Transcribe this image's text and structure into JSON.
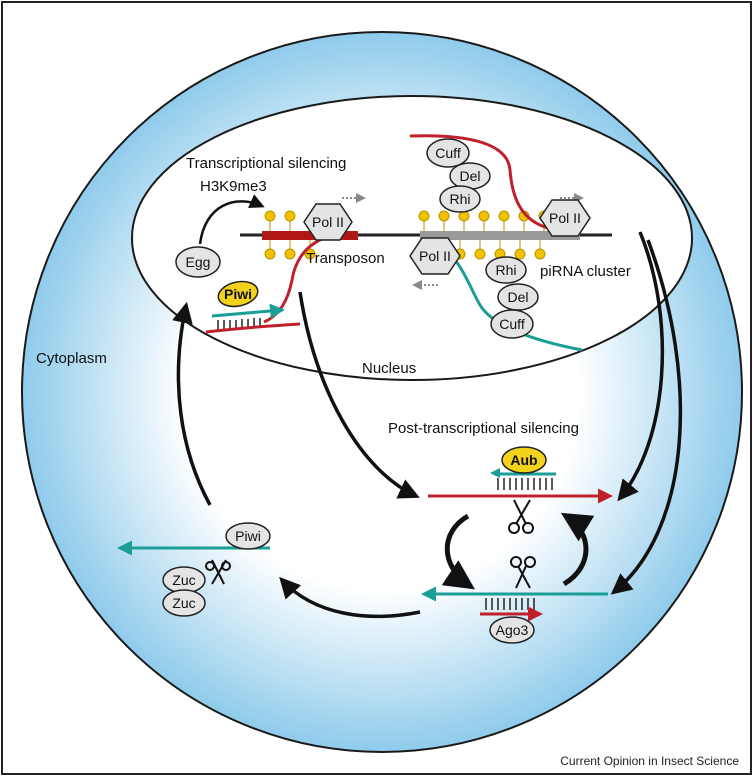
{
  "labels": {
    "transcriptional_silencing": "Transcriptional silencing",
    "h3k9me3": "H3K9me3",
    "transposon": "Transposon",
    "pirna_cluster": "piRNA cluster",
    "cytoplasm": "Cytoplasm",
    "nucleus": "Nucleus",
    "post_transcriptional_silencing": "Post-transcriptional silencing"
  },
  "proteins": {
    "egg": "Egg",
    "piwi_nuclear": "Piwi",
    "pol2_transposon": "Pol II",
    "pol2_cluster_top": "Pol II",
    "pol2_cluster_bottom": "Pol II",
    "cuff_top": "Cuff",
    "del_top": "Del",
    "rhi_top": "Rhi",
    "rhi_bottom": "Rhi",
    "del_bottom": "Del",
    "cuff_bottom": "Cuff",
    "aub": "Aub",
    "ago3": "Ago3",
    "piwi_cyto": "Piwi",
    "zuc_1": "Zuc",
    "zuc_2": "Zuc"
  },
  "credit": "Current Opinion in Insect Science",
  "colors": {
    "cell_fill_center": "#ffffff",
    "cell_fill_edge": "#9fd3ef",
    "transposon_rna": "#c0202a",
    "pirna": "#1a9e96",
    "methyl_mark": "#f2c200",
    "piwi_aub_fill": "#f2d21a",
    "protein_fill": "#e4e4e4",
    "cluster_dna": "#9a9a9a"
  }
}
